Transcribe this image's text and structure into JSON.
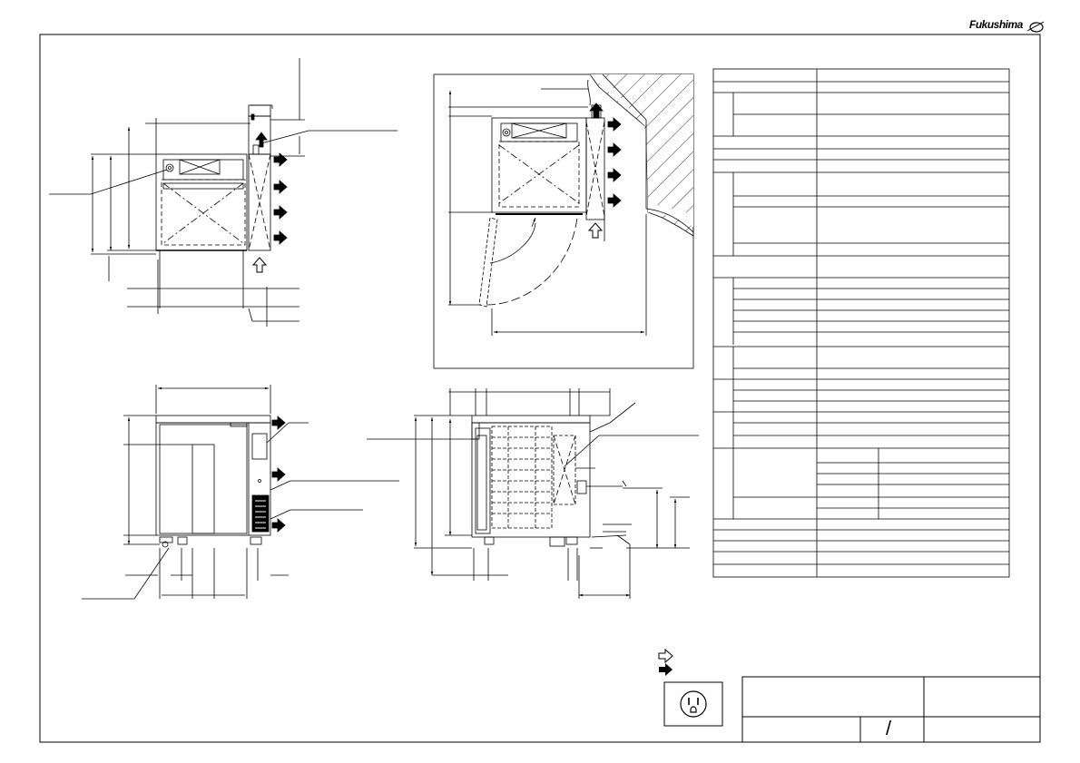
{
  "brand": {
    "logo_text": "Fukushima"
  },
  "legend": {
    "intake_icon": "hollow-arrow-right-icon",
    "exhaust_icon": "solid-arrow-right-icon"
  },
  "colors": {
    "line": "#000000",
    "background": "#ffffff"
  },
  "views": [
    "front-elevation-top-left",
    "front-elevation-bottom-left",
    "side-elevation-bottom-center",
    "plan-view-installation-box"
  ],
  "spec_table": {
    "rows": 43,
    "columns": 2
  },
  "title_block": {
    "scale_mark": "/"
  },
  "symbols": {
    "outlet": "grounded-outlet-icon"
  }
}
